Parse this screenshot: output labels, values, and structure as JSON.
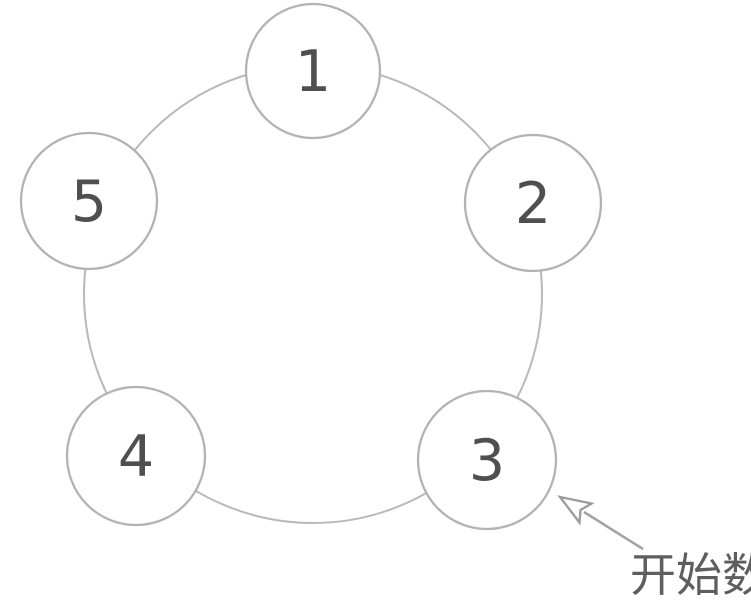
{
  "diagram": {
    "type": "circular-counting-ring",
    "description": "Five numbered circles arranged on a ring; an arrow marks the starting circle",
    "nodes": [
      {
        "label": "1"
      },
      {
        "label": "2"
      },
      {
        "label": "3"
      },
      {
        "label": "4"
      },
      {
        "label": "5"
      }
    ],
    "annotation": {
      "text": "开始数",
      "target_node_label": "3"
    },
    "colors": {
      "background": "#ffffff",
      "circle_stroke": "#b3b3b3",
      "circle_fill": "#ffffff",
      "number_text": "#4f4f4f",
      "arrow": "#9d9d9d",
      "annotation_text": "#5e5e5e"
    }
  }
}
